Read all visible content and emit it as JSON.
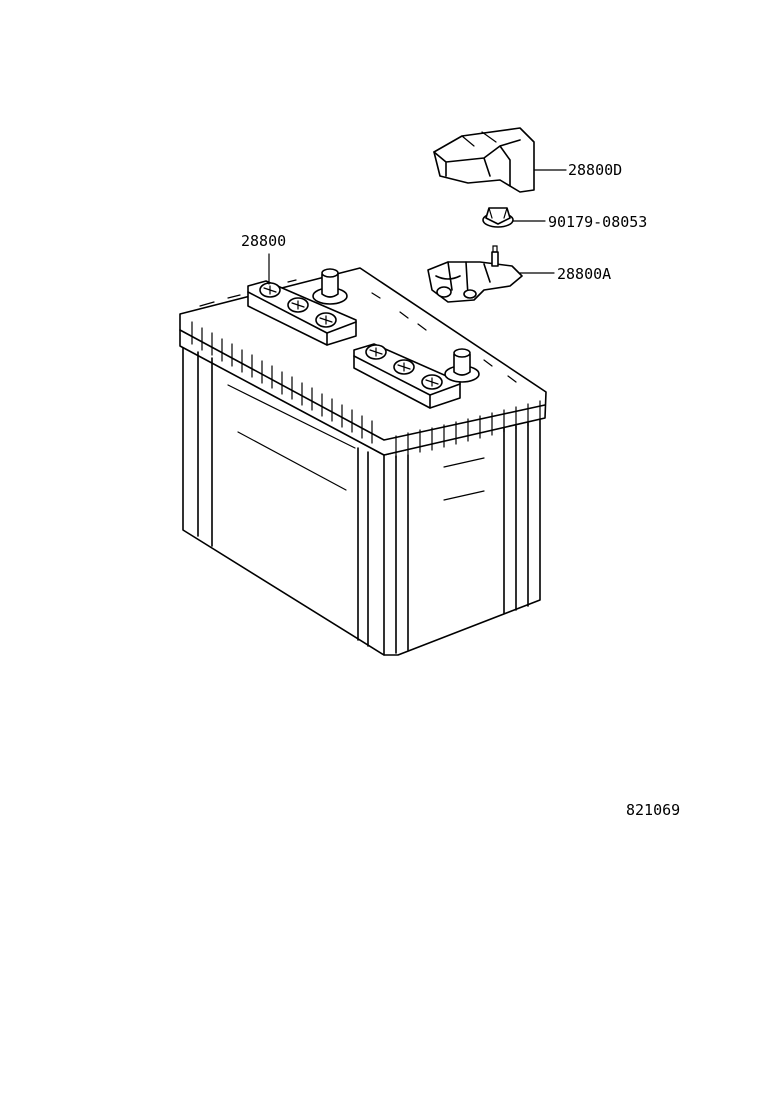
{
  "labels": {
    "cover": "28800D",
    "nut": "90179-08053",
    "battery": "28800",
    "terminal": "28800A",
    "diagram_id": "821069"
  }
}
